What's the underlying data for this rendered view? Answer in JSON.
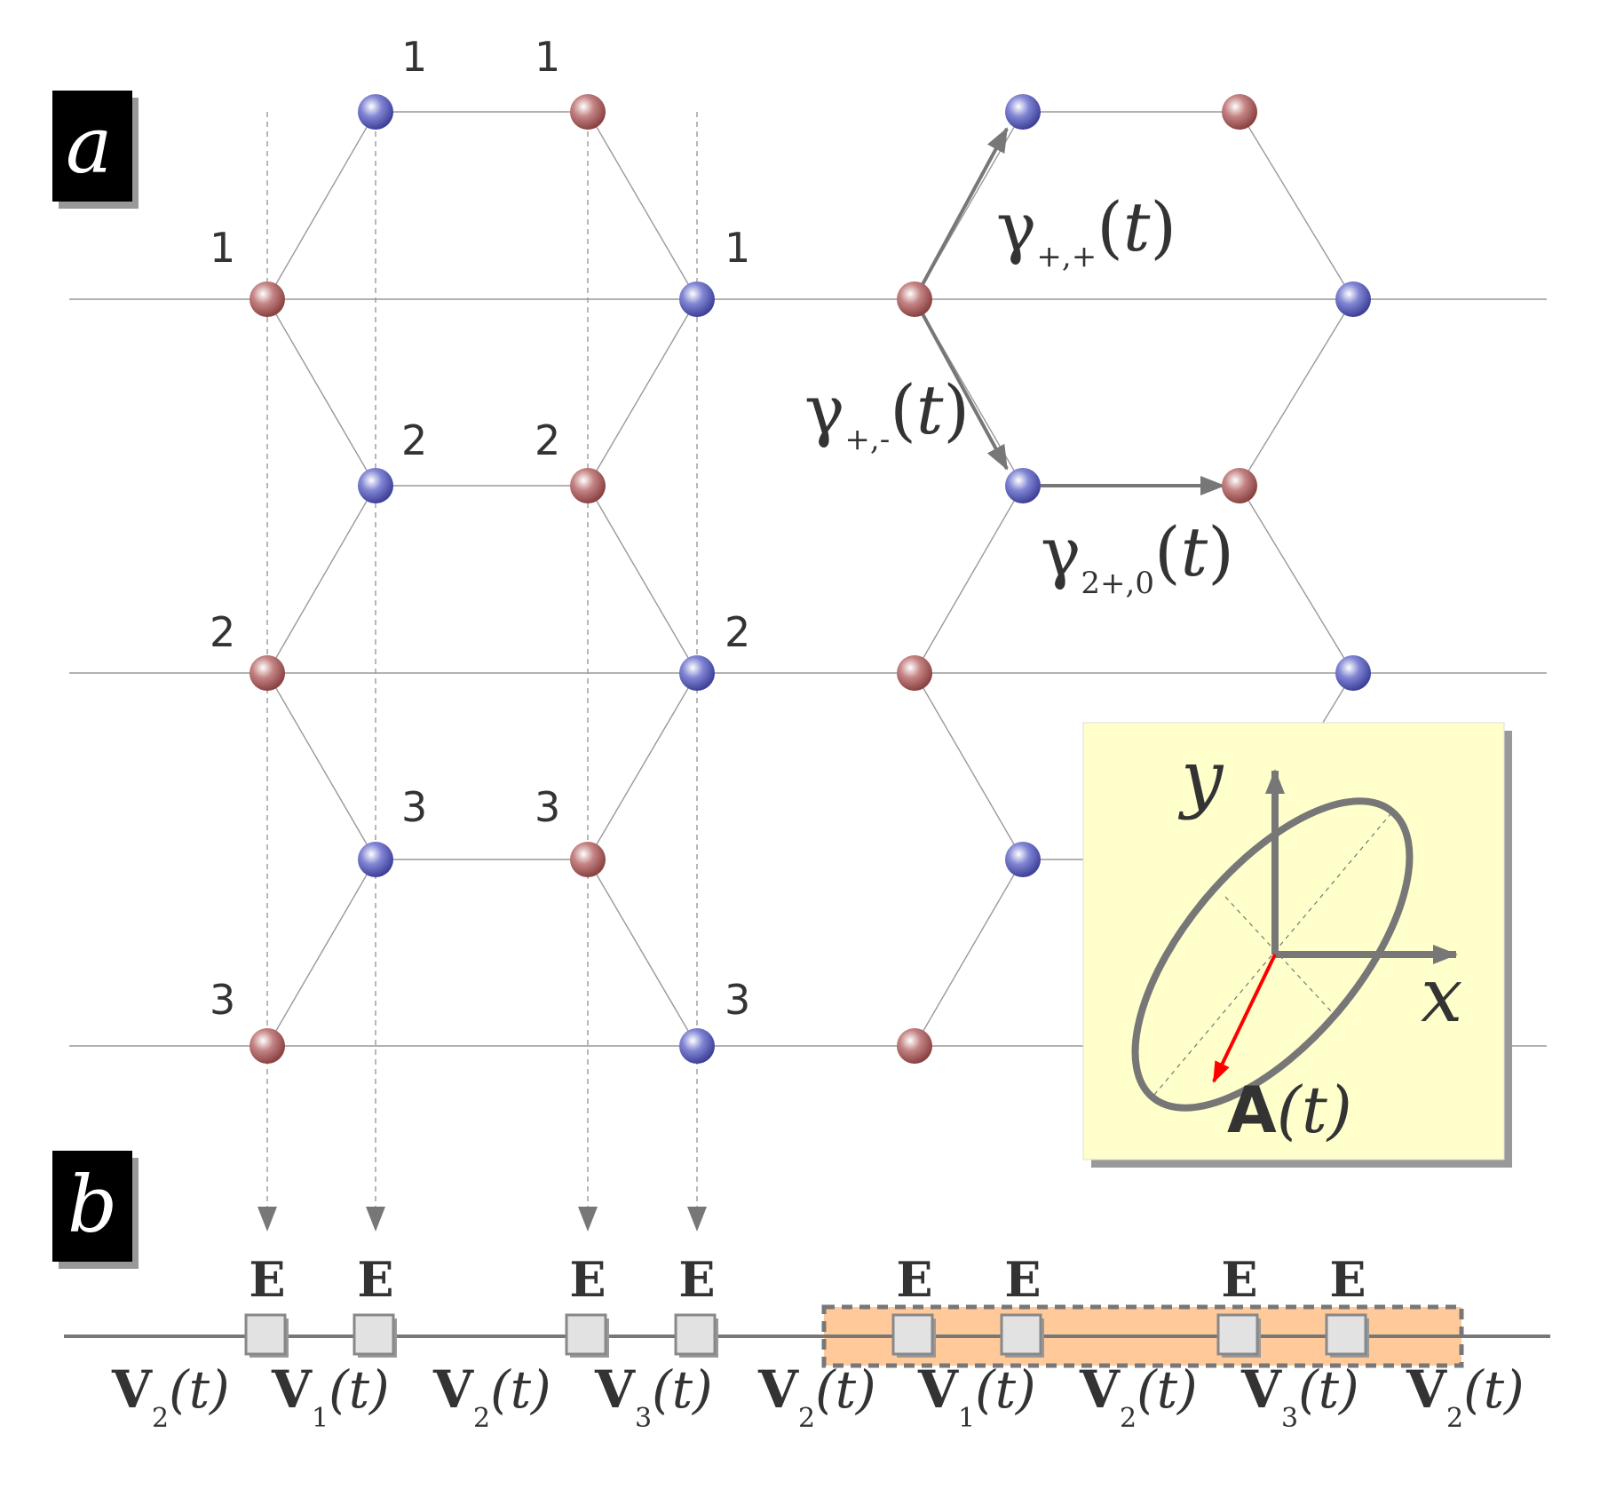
{
  "panels": {
    "a_label": "a",
    "b_label": "b"
  },
  "site_numbers": {
    "row1": "1",
    "row2": "2",
    "row3": "3"
  },
  "hoppings": {
    "g_pp": {
      "symbol": "γ",
      "sub": "+,+",
      "arg_open": "(",
      "arg": "t",
      "arg_close": ")"
    },
    "g_pm": {
      "symbol": "γ",
      "sub": "+,-",
      "arg_open": "(",
      "arg": "t",
      "arg_close": ")"
    },
    "g_2p0": {
      "symbol": "γ",
      "sub": "2+,0",
      "arg_open": "(",
      "arg": "t",
      "arg_close": ")"
    }
  },
  "inset": {
    "x_label": "x",
    "y_label": "y",
    "field_bold": "A",
    "field_arg": "(t)"
  },
  "chain": {
    "site_label": "E",
    "v_symbol": "V",
    "v_arg": "(t)",
    "couplings": [
      "2",
      "1",
      "2",
      "3",
      "2",
      "1",
      "2",
      "3",
      "2"
    ]
  },
  "colors": {
    "red_site": "#a05555",
    "blue_site": "#5a5fb5",
    "bond": "#999999",
    "arrow": "#777777",
    "inset_bg": "#ffffcc",
    "highlight": "#ffc99a",
    "field_arrow": "#ff0000"
  }
}
